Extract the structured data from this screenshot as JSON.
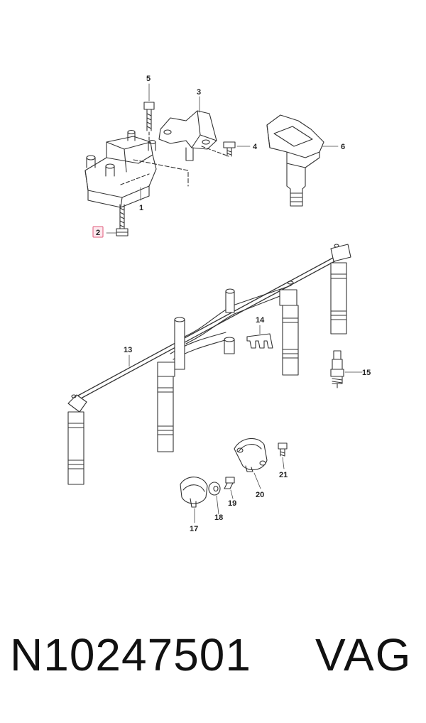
{
  "diagram": {
    "callouts": [
      {
        "id": "c1",
        "label": "1"
      },
      {
        "id": "c2",
        "label": "2",
        "highlighted": true
      },
      {
        "id": "c3",
        "label": "3"
      },
      {
        "id": "c4",
        "label": "4"
      },
      {
        "id": "c5",
        "label": "5"
      },
      {
        "id": "c6",
        "label": "6"
      },
      {
        "id": "c13",
        "label": "13"
      },
      {
        "id": "c14",
        "label": "14"
      },
      {
        "id": "c15",
        "label": "15"
      },
      {
        "id": "c17",
        "label": "17"
      },
      {
        "id": "c18",
        "label": "18"
      },
      {
        "id": "c19",
        "label": "19"
      },
      {
        "id": "c20",
        "label": "20"
      },
      {
        "id": "c21",
        "label": "21"
      }
    ],
    "highlight_color": "#e05a7a"
  },
  "footer": {
    "part_number": "N10247501",
    "brand": "VAG"
  }
}
